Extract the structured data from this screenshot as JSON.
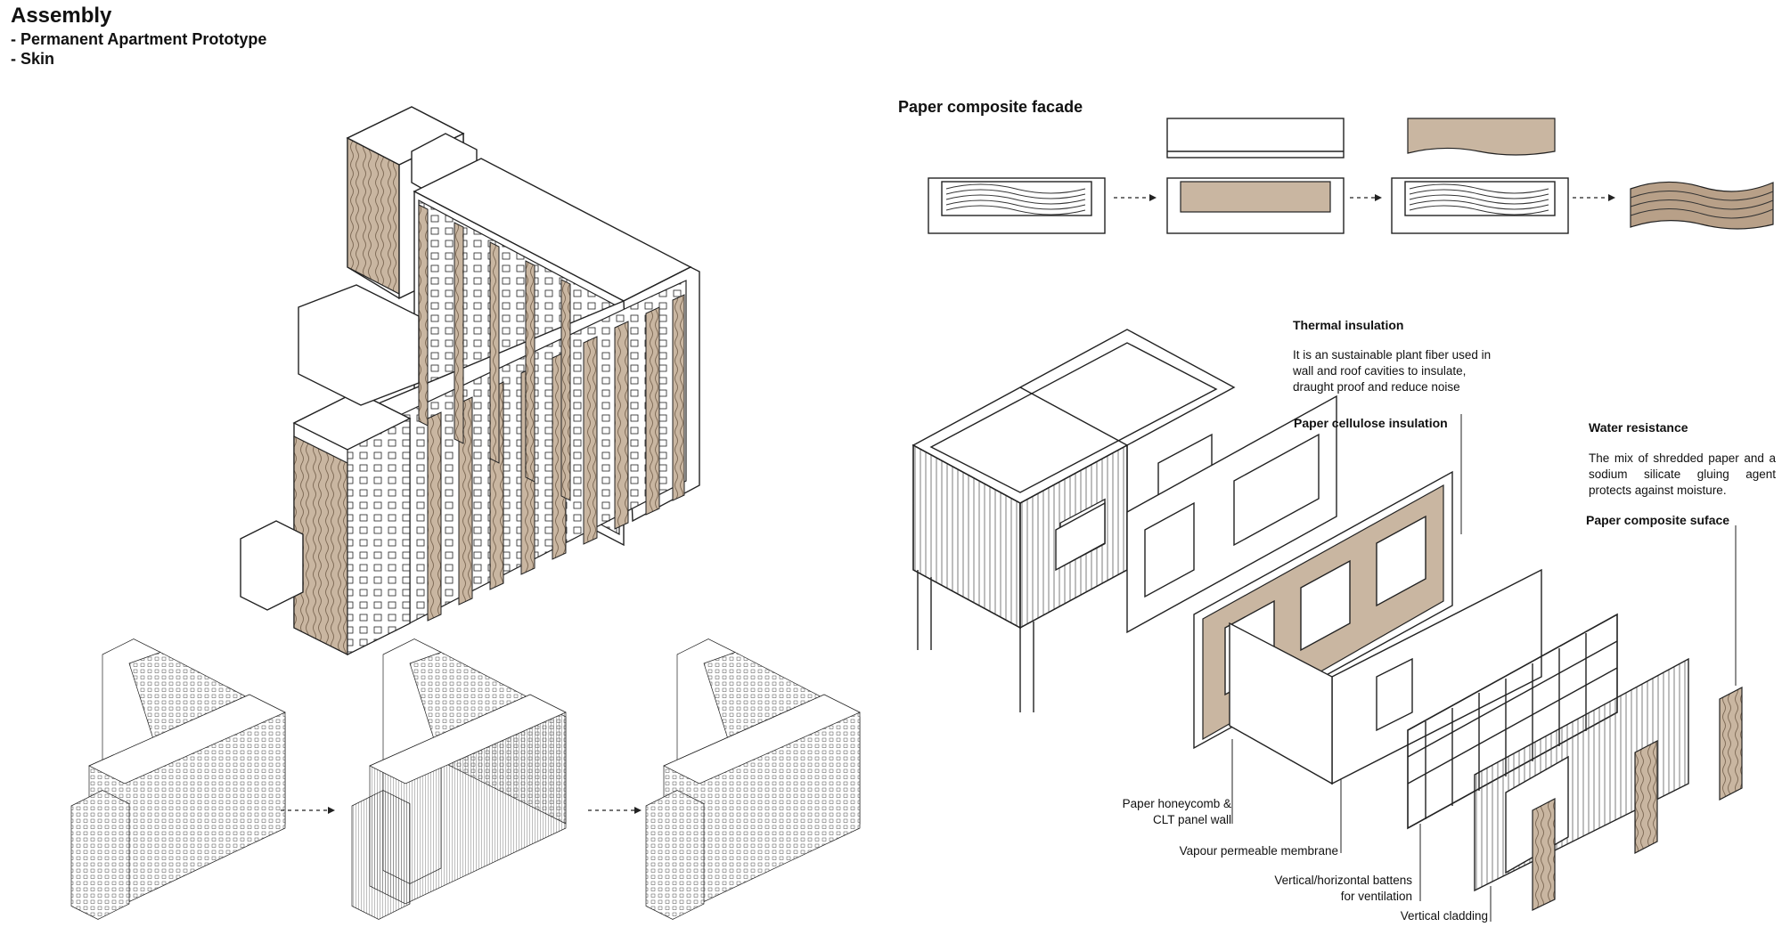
{
  "header": {
    "title": "Assembly",
    "line1": "- Permanent Apartment Prototype",
    "line2": "- Skin"
  },
  "facade_section": {
    "heading": "Paper composite facade"
  },
  "annotations": {
    "thermal_title": "Thermal insulation",
    "thermal_body": "It is an sustainable plant fiber used in wall and roof cavities to insulate, draught proof and reduce noise",
    "cellulose": "Paper cellulose insulation",
    "water_title": "Water resistance",
    "water_body": "The mix of shredded paper and a sodium silicate gluing agent protects against moisture.",
    "composite_surface": "Paper composite suface",
    "honeycomb_1": "Paper honeycomb &",
    "honeycomb_2": "CLT panel wall",
    "vapour": "Vapour permeable membrane",
    "battens_1": "Vertical/horizontal battens",
    "battens_2": "for ventilation",
    "cladding": "Vertical cladding"
  },
  "colors": {
    "paper": "#c9b6a1",
    "paper_dark": "#b8a088",
    "line": "#222222",
    "background": "#ffffff"
  }
}
